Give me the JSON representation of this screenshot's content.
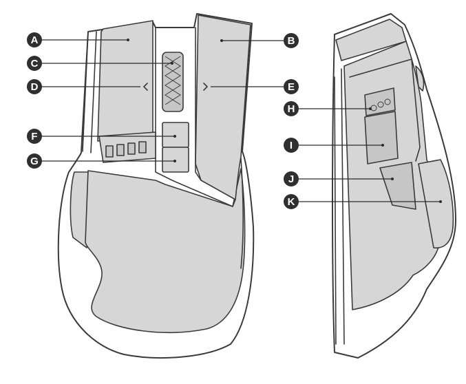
{
  "callouts": {
    "A": "A",
    "B": "B",
    "C": "C",
    "D": "D",
    "E": "E",
    "F": "F",
    "G": "G",
    "H": "H",
    "I": "I",
    "J": "J",
    "K": "K"
  },
  "colors": {
    "panel_grey": "#d6d6d6",
    "outline": "#3a3a3a",
    "callout_fill": "#2f2f2f",
    "callout_text": "#ffffff"
  }
}
